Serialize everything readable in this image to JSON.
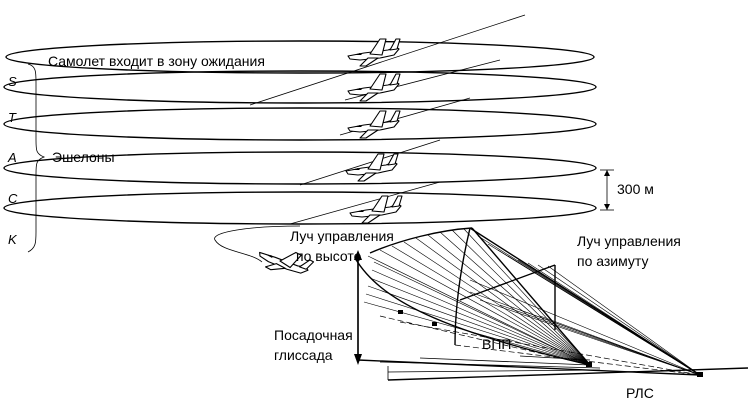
{
  "labels": {
    "entry": "Самолет входит в зону ожидания",
    "echelons": "Эшелоны",
    "separation": "300 м",
    "glide_beam_l1": "Луч управления",
    "glide_beam_l2": "по высоте",
    "azimuth_beam_l1": "Луч управления",
    "azimuth_beam_l2": "по азимуту",
    "glidepath_l1": "Посадочная",
    "glidepath_l2": "глиссада",
    "runway": "ВПП",
    "radar": "РЛС"
  },
  "stack_levels": [
    "S",
    "T",
    "A",
    "C",
    "K"
  ],
  "icons": {
    "aircraft": "aircraft-icon",
    "stack_brace": "curly-brace",
    "dimension": "dimension-arrow"
  }
}
